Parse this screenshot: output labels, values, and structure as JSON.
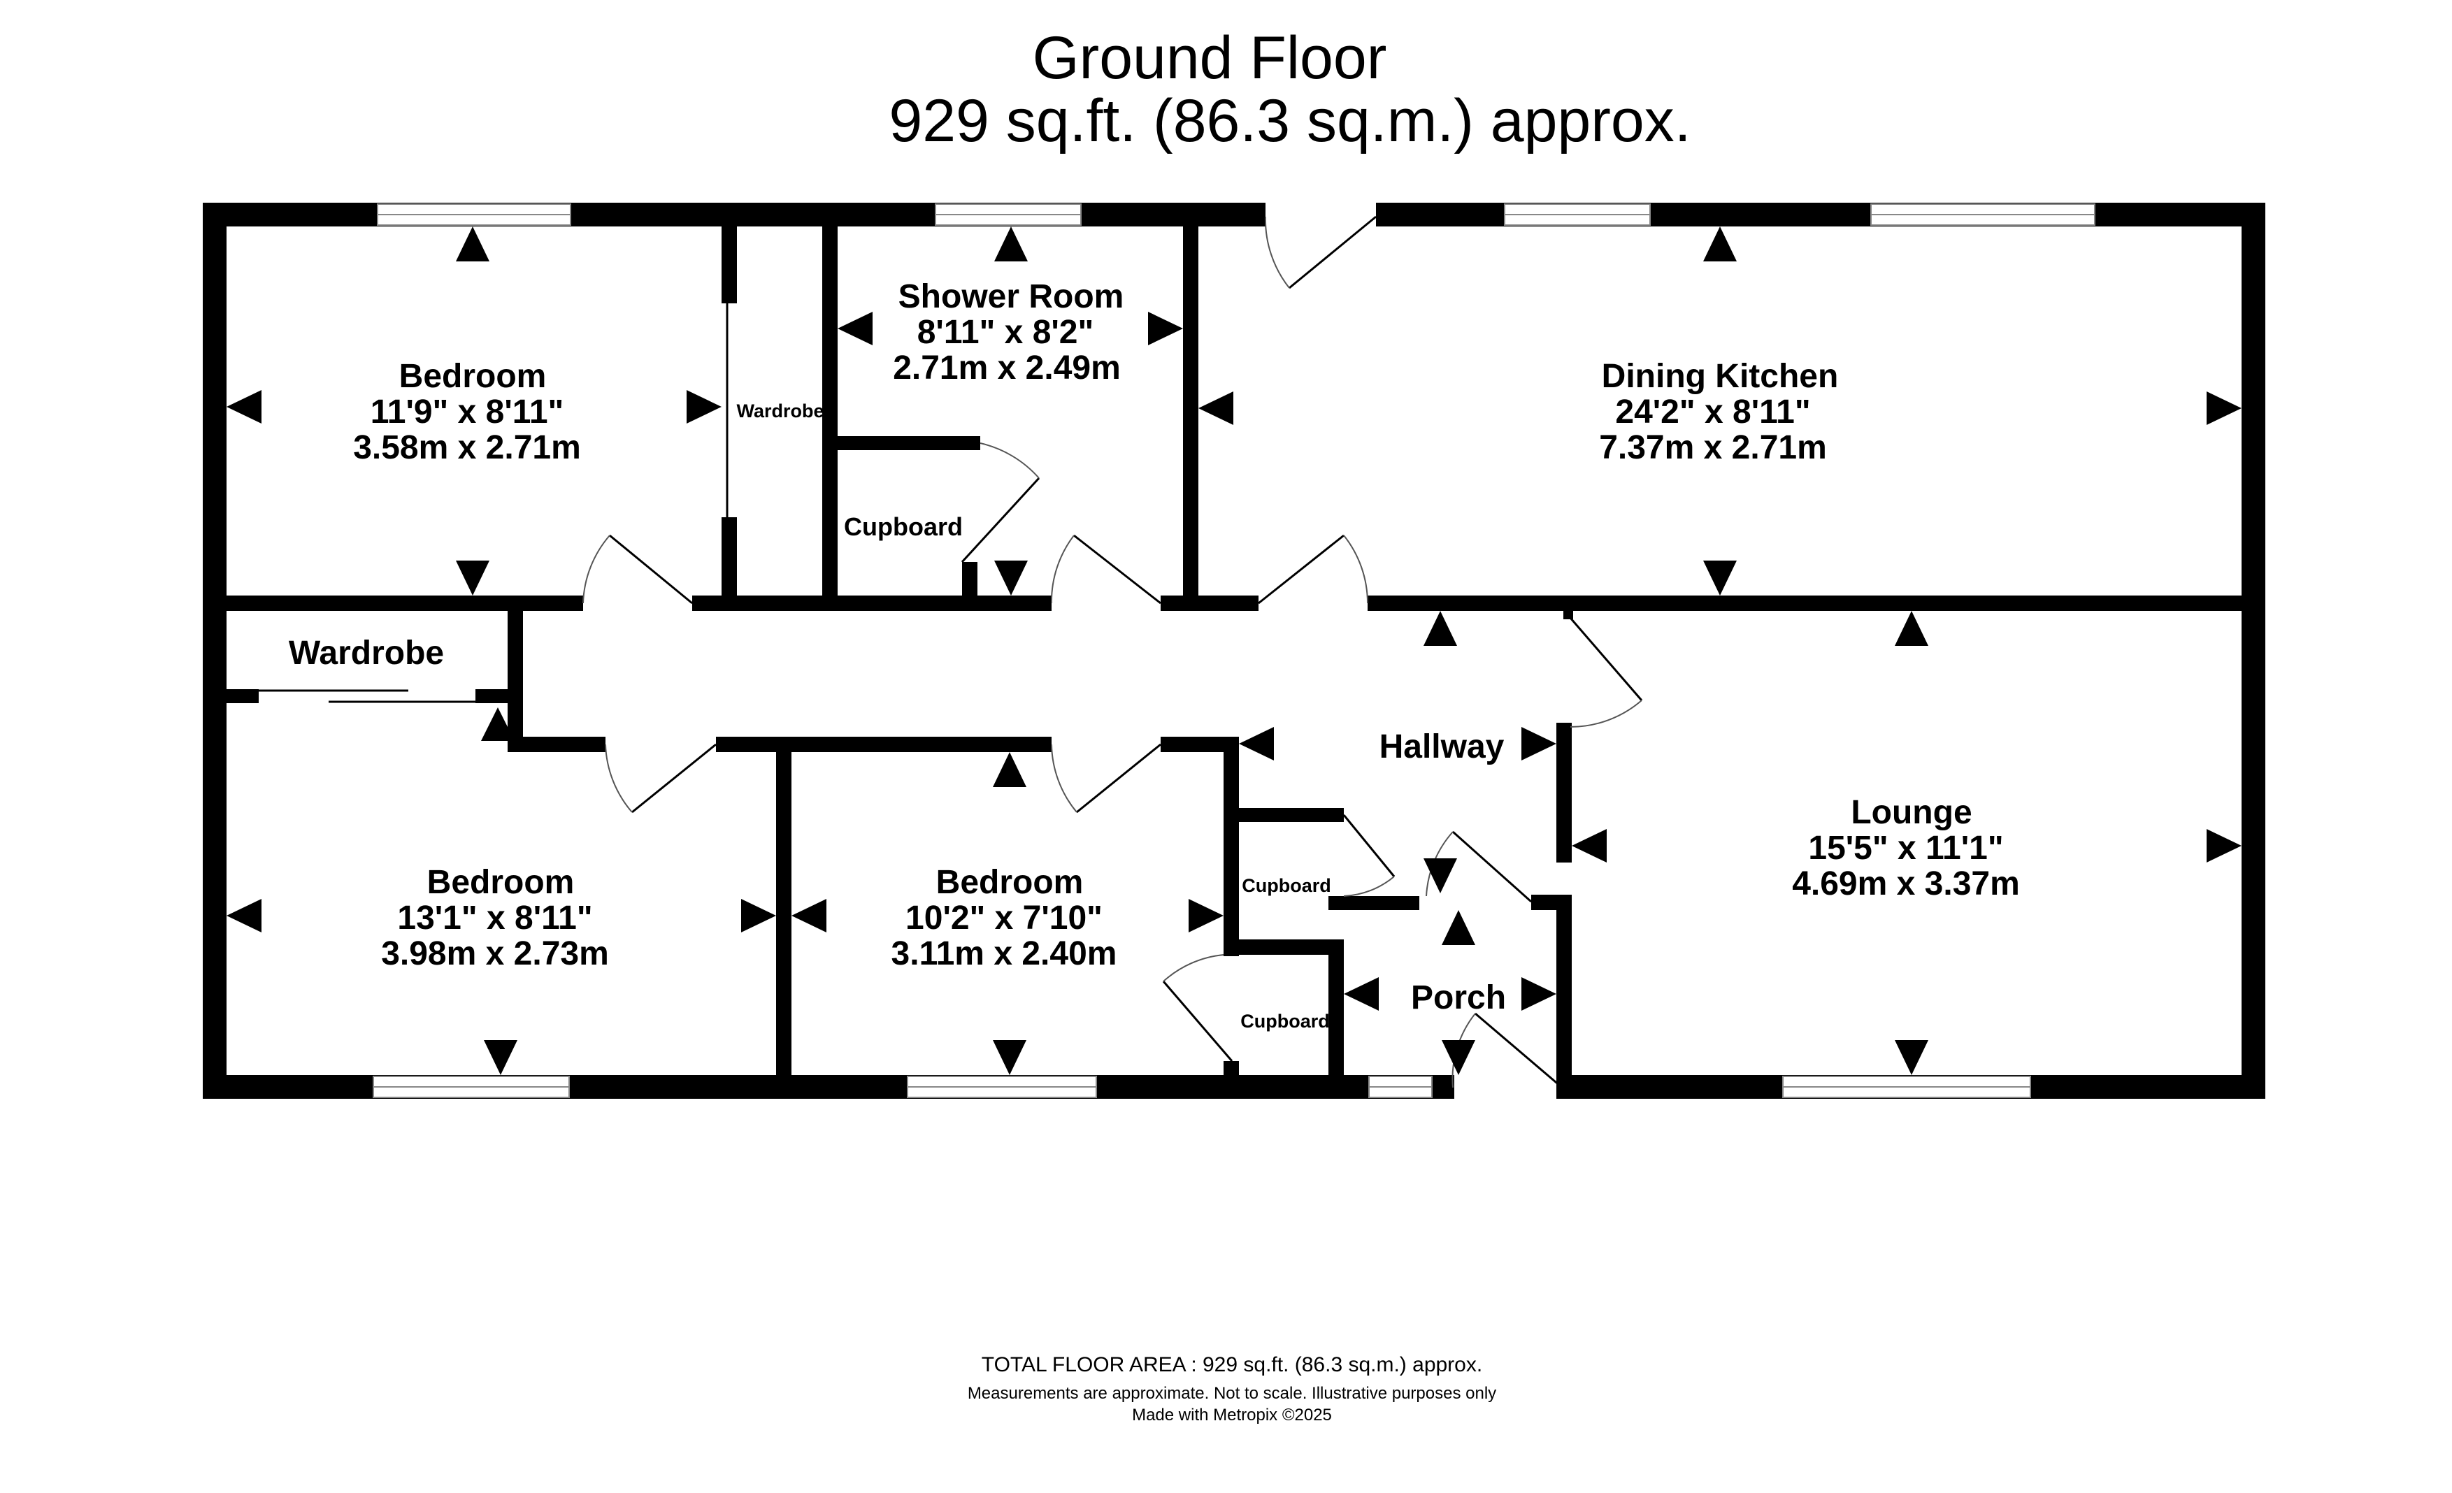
{
  "header": {
    "floor_name": "Ground Floor",
    "floor_area": "929 sq.ft. (86.3 sq.m.) approx."
  },
  "rooms": {
    "bedroom_1": {
      "name": "Bedroom",
      "imperial": "11'9\"  x 8'11\"",
      "metric": "3.58m  x 2.71m"
    },
    "shower_room": {
      "name": "Shower Room",
      "imperial": "8'11\"  x 8'2\"",
      "metric": "2.71m  x 2.49m"
    },
    "dining_kitchen": {
      "name": "Dining Kitchen",
      "imperial": "24'2\"  x 8'11\"",
      "metric": "7.37m  x 2.71m"
    },
    "bedroom_2": {
      "name": "Bedroom",
      "imperial": "13'1\"  x 8'11\"",
      "metric": "3.98m  x 2.73m"
    },
    "bedroom_3": {
      "name": "Bedroom",
      "imperial": "10'2\"  x 7'10\"",
      "metric": "3.11m  x 2.40m"
    },
    "lounge": {
      "name": "Lounge",
      "imperial": "15'5\"  x 11'1\"",
      "metric": "4.69m  x 3.37m"
    },
    "hallway": {
      "name": "Hallway"
    },
    "porch": {
      "name": "Porch"
    }
  },
  "labels": {
    "wardrobe_large": "Wardrobe",
    "wardrobe_small": "Wardrobe",
    "cupboard_shower": "Cupboard",
    "cupboard_hall": "Cupboard",
    "cupboard_bedroom": "Cupboard"
  },
  "footer": {
    "total_area": "TOTAL FLOOR AREA : 929 sq.ft. (86.3 sq.m.) approx.",
    "disclaimer": "Measurements are approximate.  Not to scale.  Illustrative purposes only",
    "credit": "Made with Metropix ©2025"
  }
}
